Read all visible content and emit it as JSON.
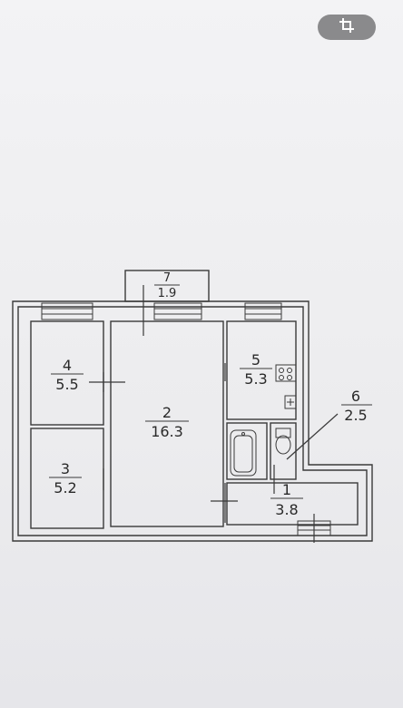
{
  "toolbar": {
    "crop_icon": "crop-icon",
    "icon_color": "#ffffff"
  },
  "rooms": [
    {
      "id": "7",
      "area": "1.9"
    },
    {
      "id": "4",
      "area": "5.5"
    },
    {
      "id": "3",
      "area": "5.2"
    },
    {
      "id": "2",
      "area": "16.3"
    },
    {
      "id": "5",
      "area": "5.3"
    },
    {
      "id": "6",
      "area": "2.5"
    },
    {
      "id": "1",
      "area": "3.8"
    }
  ],
  "colors": {
    "wall": "#3a3a3a",
    "paper": "#efeff1"
  }
}
